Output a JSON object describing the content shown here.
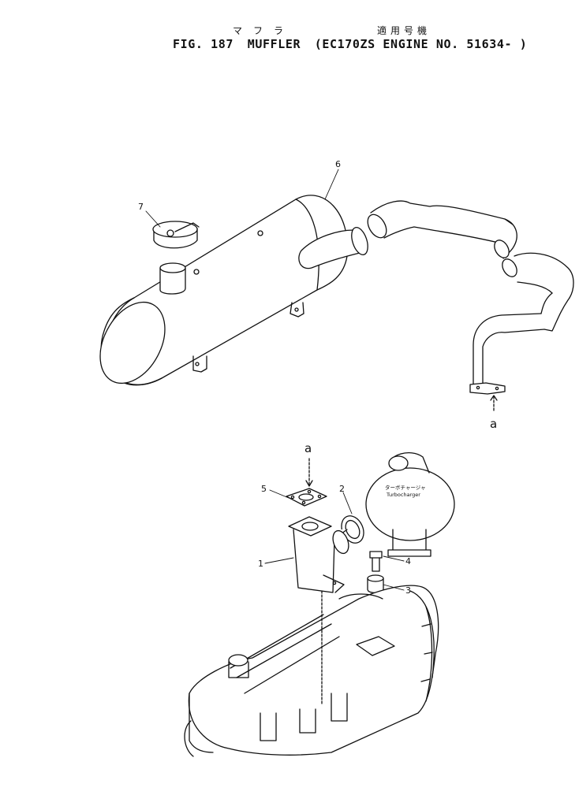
{
  "header": {
    "jp_name": "マフラ",
    "jp_applicable": "適用号機",
    "fig_number": "FIG. 187",
    "part_name": "MUFFLER",
    "applicability": "(EC170ZS ENGINE NO. 51634- )"
  },
  "callouts": {
    "c1": "1",
    "c2": "2",
    "c3": "3",
    "c4": "4",
    "c5": "5",
    "c6": "6",
    "c7": "7"
  },
  "references": {
    "upper": "a",
    "lower": "a"
  },
  "turbo_label": {
    "jp": "ターボチャージャ",
    "en": "Turbocharger"
  }
}
